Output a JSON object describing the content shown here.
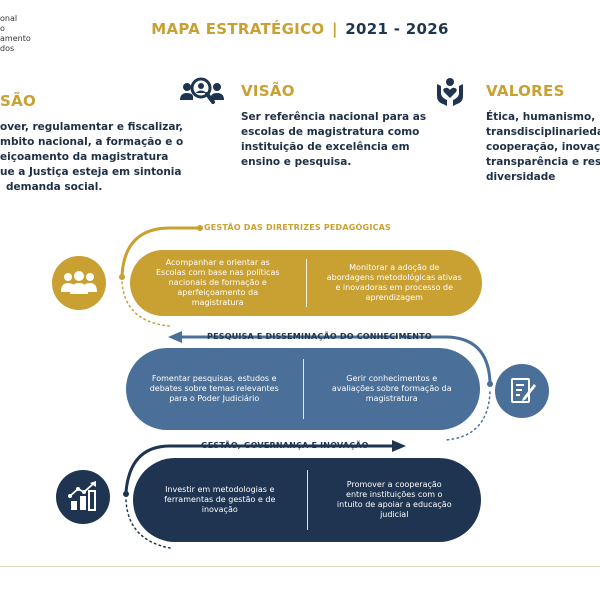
{
  "logo": {
    "lines": [
      "onal",
      "o",
      "amento",
      "dos"
    ]
  },
  "header": {
    "title_left": "MAPA ESTRATÉGICO",
    "separator": "|",
    "title_right": "2021 - 2026"
  },
  "missao": {
    "title": "SÃO",
    "lines": [
      "over, regulamentar e fiscalizar,",
      "mbito nacional, a formação e o",
      "eiçoamento da magistratura",
      "ue a Justiça esteja em sintonia",
      "demanda social."
    ]
  },
  "visao": {
    "title": "VISÃO",
    "lines": [
      "Ser referência nacional para as",
      "escolas de magistratura como",
      "instituição de excelência em",
      "ensino e pesquisa."
    ]
  },
  "valores": {
    "title": "VALORES",
    "lines": [
      "Ética, humanismo,",
      "transdisciplinariedade",
      "cooperação, inovação",
      "transparência e respei",
      "diversidade"
    ]
  },
  "blocks": [
    {
      "label": "GESTÃO DAS DIRETRIZES PEDAGÓGICAS",
      "left": [
        "Acompanhar e orientar as",
        "Escolas com base nas políticas",
        "nacionais de formação e",
        "aperfeiçoamento da",
        "magistratura"
      ],
      "right": [
        "Monitorar a adoção de",
        "abordagens metodológicas ativas",
        "e inovadoras em processo de",
        "aprendizagem"
      ]
    },
    {
      "label": "PESQUISA E DISSEMINAÇÃO DO CONHECIMENTO",
      "left": [
        "Fomentar pesquisas, estudos e",
        "debates sobre temas  relevantes",
        "para o Poder Judiciário"
      ],
      "right": [
        "Gerir conhecimentos e",
        "avaliações sobre formação da",
        "magistratura"
      ]
    },
    {
      "label": "GESTÃO, GOVERNANÇA E INOVAÇÃO",
      "left": [
        "Investir em metodologias e",
        "ferramentas de gestão e de",
        "inovação"
      ],
      "right": [
        "Promover a cooperação",
        "entre instituições com o",
        "intuito de apoiar a educação",
        "judicial"
      ]
    }
  ],
  "colors": {
    "gold": "#c9a032",
    "blue": "#4a6f99",
    "navy": "#1e3450",
    "text": "#1e2f46"
  },
  "icons": [
    "people-search-icon",
    "hands-heart-icon",
    "group-icon",
    "document-pen-icon",
    "growth-chart-icon"
  ]
}
